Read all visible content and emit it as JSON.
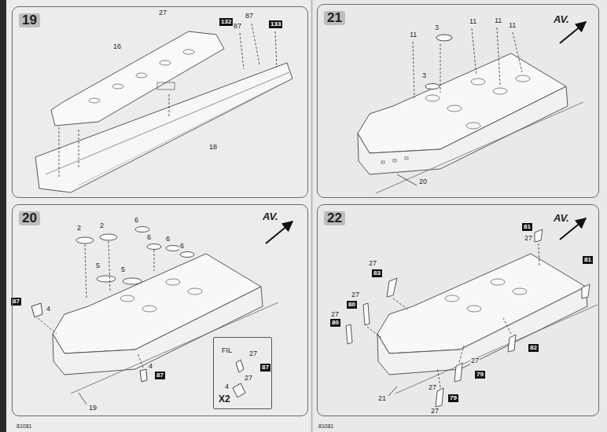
{
  "diagram": {
    "nodes": [
      {
        "text": [
          "19"
        ]
      },
      {
        "text": [
          "20",
          "AV."
        ]
      },
      {
        "text": [
          "X2"
        ],
        "in": 1
      },
      {
        "text": [
          "21",
          "AV."
        ]
      },
      {
        "text": [
          "22",
          "AV."
        ]
      }
    ],
    "labels": [
      "16",
      "27",
      "132",
      "87",
      "87",
      "133",
      "18",
      "11",
      "3",
      "11",
      "11",
      "11",
      "3",
      "20",
      "2",
      "2",
      "6",
      "6",
      "6",
      "6",
      "5",
      "5",
      "87",
      "4",
      "4",
      "87",
      "19",
      "FIL",
      "27",
      "87",
      "27",
      "4",
      "81",
      "27",
      "81",
      "83",
      "27",
      "27",
      "80",
      "27",
      "80",
      "82",
      "27",
      "79",
      "27",
      "79",
      "27",
      "21",
      "81081",
      "81081"
    ]
  }
}
